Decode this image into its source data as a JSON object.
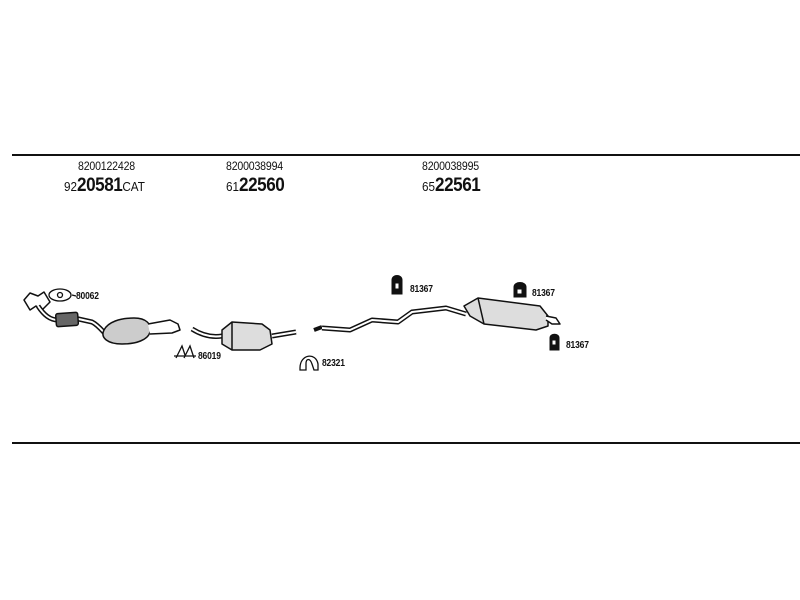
{
  "groups": [
    {
      "oem": "8200122428",
      "prefix": "92",
      "number": "20581",
      "suffix": "CAT"
    },
    {
      "oem": "8200038994",
      "prefix": "61",
      "number": "22560",
      "suffix": ""
    },
    {
      "oem": "8200038995",
      "prefix": "65",
      "number": "22561",
      "suffix": ""
    }
  ],
  "callouts": {
    "gasket": "80062",
    "clamp": "86019",
    "ring_clamp": "82321",
    "mount_a": "81367",
    "mount_b": "81367",
    "mount_c": "81367"
  }
}
